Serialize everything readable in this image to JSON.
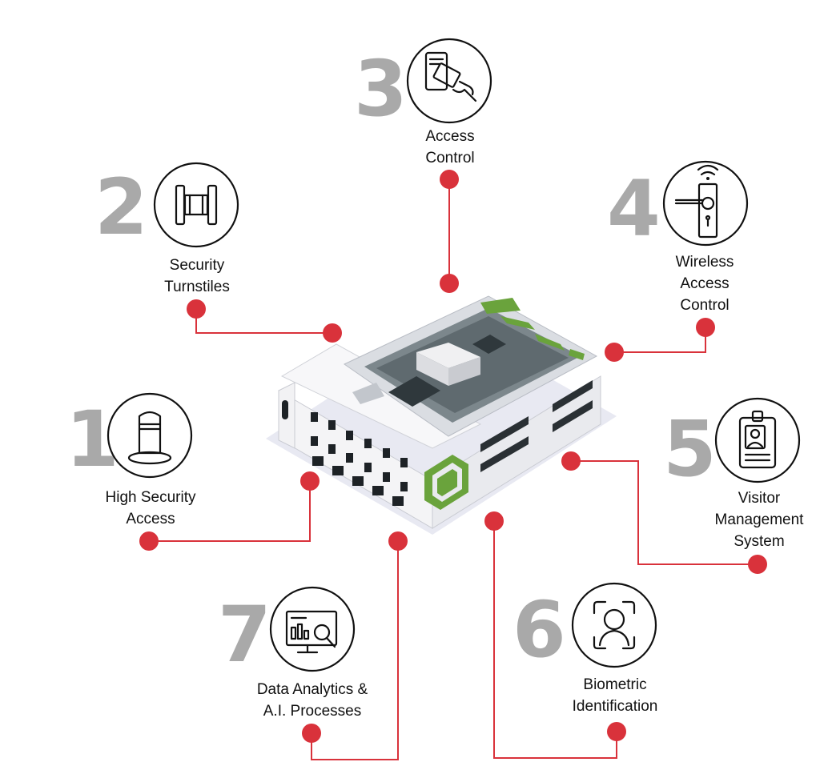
{
  "colors": {
    "connector": "#d9323b",
    "number": "#a9a9a9",
    "accent": "#6aa33c",
    "building_roof": "#5f6a6f"
  },
  "features": [
    {
      "number": "1",
      "icon": "bollard-icon",
      "label_lines": [
        "High Security",
        "Access"
      ]
    },
    {
      "number": "2",
      "icon": "turnstile-icon",
      "label_lines": [
        "Security",
        "Turnstiles"
      ]
    },
    {
      "number": "3",
      "icon": "access-card-icon",
      "label_lines": [
        "Access",
        "Control"
      ]
    },
    {
      "number": "4",
      "icon": "wireless-door-lock-icon",
      "label_lines": [
        "Wireless",
        "Access",
        "Control"
      ]
    },
    {
      "number": "5",
      "icon": "visitor-badge-icon",
      "label_lines": [
        "Visitor",
        "Management",
        "System"
      ]
    },
    {
      "number": "6",
      "icon": "face-scan-icon",
      "label_lines": [
        "Biometric",
        "Identification"
      ]
    },
    {
      "number": "7",
      "icon": "analytics-monitor-icon",
      "label_lines": [
        "Data Analytics &",
        "A.I. Processes"
      ]
    }
  ]
}
